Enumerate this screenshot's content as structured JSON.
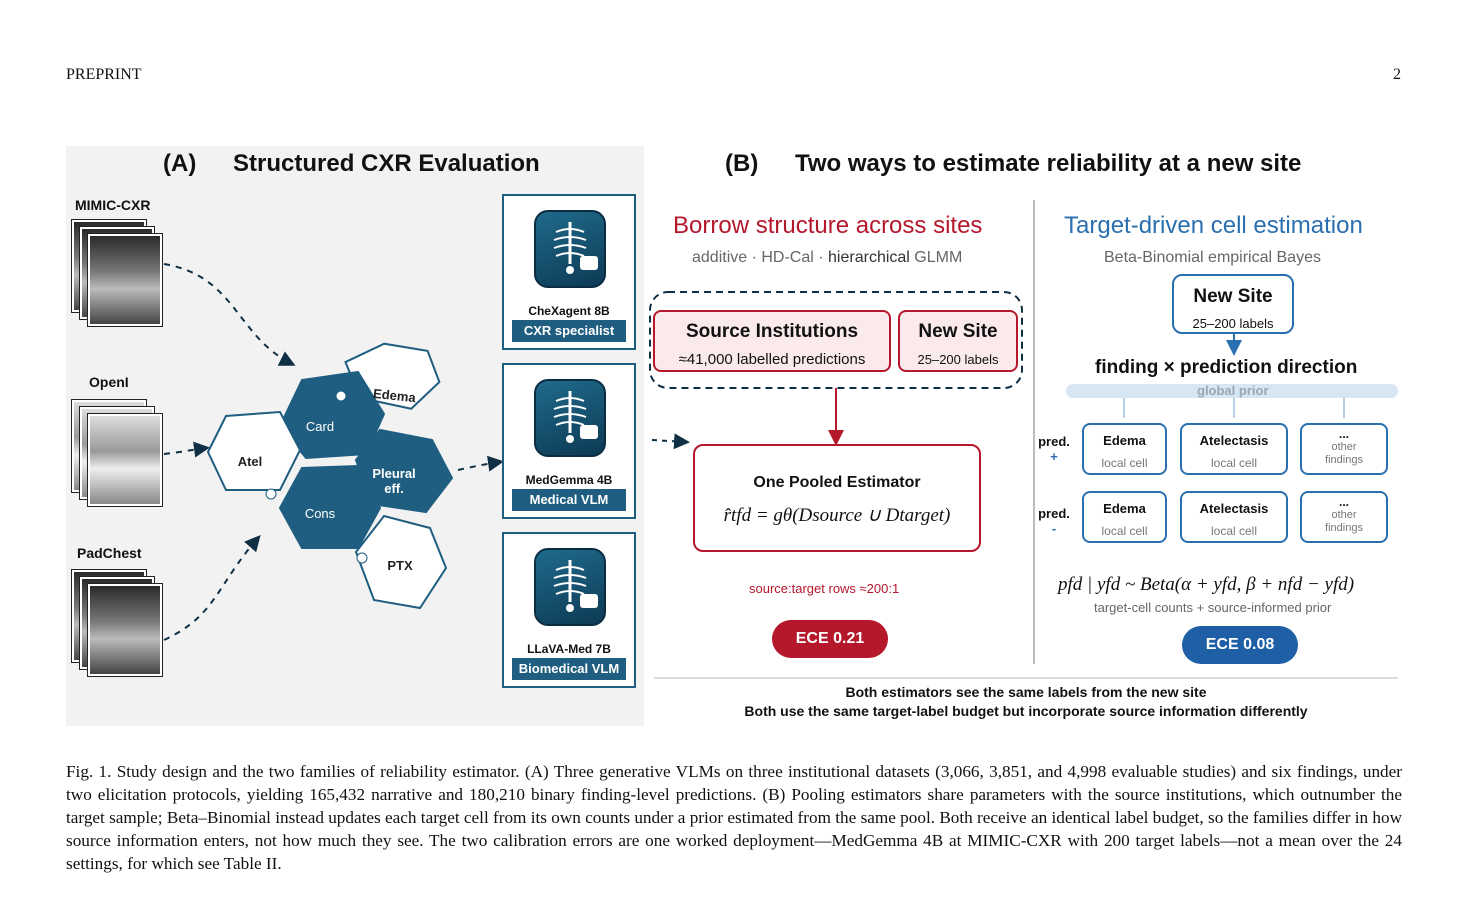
{
  "header": {
    "left": "PREPRINT",
    "right": "2"
  },
  "panelA": {
    "title_letter": "(A)",
    "title": "Structured CXR Evaluation",
    "datasets": [
      "MIMIC-CXR",
      "OpenI",
      "PadChest"
    ],
    "hexes": [
      "Edema",
      "Card",
      "Atel",
      "Pleural",
      "eff.",
      "Cons",
      "PTX"
    ],
    "models": [
      {
        "name": "CheXagent 8B",
        "tag": "CXR specialist"
      },
      {
        "name": "MedGemma 4B",
        "tag": "Medical VLM"
      },
      {
        "name": "LLaVA-Med 7B",
        "tag": "Biomedical VLM"
      }
    ]
  },
  "panelB": {
    "title_letter": "(B)",
    "title": "Two ways to estimate reliability at a new site",
    "left": {
      "heading": "Borrow structure across sites",
      "subtitle_a": "additive · HD-Cal · ",
      "subtitle_b": "hierarchical",
      "subtitle_c": " GLMM",
      "source_title": "Source Institutions",
      "source_sub": "≈41,000 labelled predictions",
      "new_title": "New Site",
      "new_sub": "25–200 labels",
      "estimator_title": "One Pooled Estimator",
      "estimator_formula": "r̂tfd = gθ(Dsource ∪ Dtarget)",
      "ratio": "source:target rows ≈200:1",
      "ece": "ECE 0.21"
    },
    "right": {
      "heading": "Target-driven cell estimation",
      "subtitle": "Beta-Binomial empirical Bayes",
      "new_title": "New Site",
      "new_sub": "25–200 labels",
      "grid_title": "finding × prediction direction",
      "prior": "global prior",
      "row_labels": [
        {
          "main": "pred.",
          "sign": "+"
        },
        {
          "main": "pred.",
          "sign": "-"
        }
      ],
      "cells": [
        {
          "title": "Edema",
          "sub": "local cell"
        },
        {
          "title": "Atelectasis",
          "sub": "local cell"
        },
        {
          "title": "...",
          "sub": "other findings"
        }
      ],
      "formula": "pfd | yfd ~ Beta(α + yfd, β + nfd − yfd)",
      "formula_note": "target-cell counts + source-informed prior",
      "ece": "ECE 0.08"
    },
    "footer_line1": "Both estimators see the same labels from the new site",
    "footer_line2": "Both use the same target-label budget but incorporate source information differently"
  },
  "caption": "Fig. 1.  Study design and the two families of reliability estimator. (A) Three generative VLMs on three institutional datasets (3,066, 3,851, and 4,998 evaluable studies) and six findings, under two elicitation protocols, yielding 165,432 narrative and 180,210 binary finding-level predictions. (B) Pooling estimators share parameters with the source institutions, which outnumber the target sample; Beta–Binomial instead updates each target cell from its own counts under a prior estimated from the same pool. Both receive an identical label budget, so the families differ in how source information enters, not how much they see. The two calibration errors are one worked deployment—MedGemma 4B at MIMIC-CXR with 200 target labels—not a mean over the 24 settings, for which see Table II.",
  "colors": {
    "red": "#b5172b",
    "blue": "#2a6fb0",
    "navy": "#1f5e80",
    "hex_fill": "#1f5e80"
  }
}
